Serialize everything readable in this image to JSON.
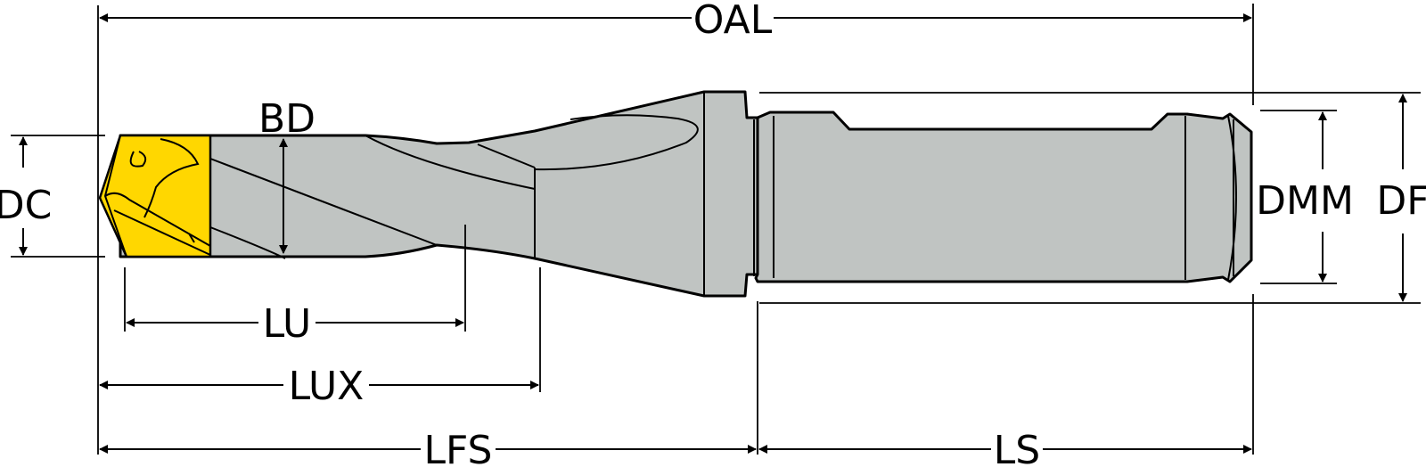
{
  "diagram": {
    "colors": {
      "tool_body": "#c0c4c2",
      "insert": "#ffd700",
      "outline": "#000000",
      "background": "#ffffff"
    },
    "labels": {
      "oal": "OAL",
      "bd": "BD",
      "dc": "DC",
      "dmm": "DMM",
      "df": "DF",
      "lu": "LU",
      "lux": "LUX",
      "lfs": "LFS",
      "ls": "LS"
    }
  }
}
